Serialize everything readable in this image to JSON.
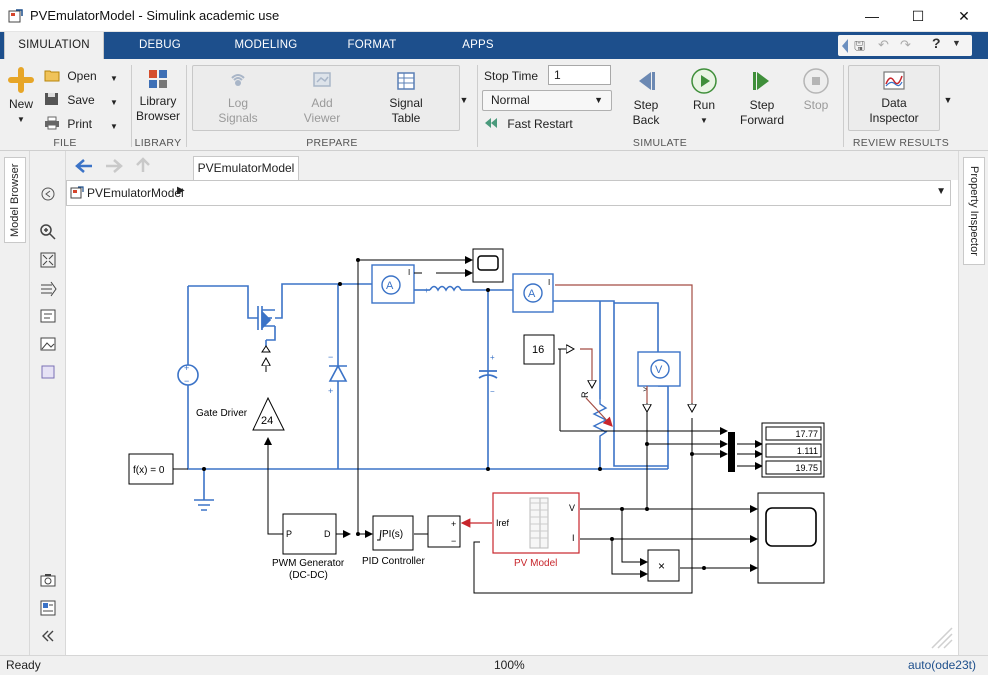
{
  "window": {
    "title": "PVEmulatorModel - Simulink academic use",
    "minimize_glyph": "—",
    "maximize_glyph": "☐",
    "close_glyph": "✕"
  },
  "ribbon_tabs": [
    "SIMULATION",
    "DEBUG",
    "MODELING",
    "FORMAT",
    "APPS"
  ],
  "toolstrip": {
    "file": {
      "label": "FILE",
      "new": "New",
      "open": "Open",
      "save": "Save",
      "print": "Print"
    },
    "library": {
      "label": "LIBRARY",
      "library_browser_line1": "Library",
      "library_browser_line2": "Browser"
    },
    "prepare": {
      "label": "PREPARE",
      "log_signals_line1": "Log",
      "log_signals_line2": "Signals",
      "add_viewer_line1": "Add",
      "add_viewer_line2": "Viewer",
      "signal_table_line1": "Signal",
      "signal_table_line2": "Table"
    },
    "simulate": {
      "label": "SIMULATE",
      "stop_time_label": "Stop Time",
      "stop_time_value": "1",
      "mode_value": "Normal",
      "fast_restart": "Fast Restart",
      "step_back_line1": "Step",
      "step_back_line2": "Back",
      "run": "Run",
      "step_forward_line1": "Step",
      "step_forward_line2": "Forward",
      "stop": "Stop"
    },
    "review": {
      "label": "REVIEW RESULTS",
      "data_inspector_line1": "Data",
      "data_inspector_line2": "Inspector"
    }
  },
  "side_tabs": {
    "model_browser": "Model Browser",
    "property_inspector": "Property Inspector"
  },
  "editor": {
    "tab_label": "PVEmulatorModel",
    "breadcrumb": "PVEmulatorModel"
  },
  "diagram": {
    "fx_block": "f(x) = 0",
    "gate_driver": "Gate Driver",
    "gain_value": "24",
    "constant_value": "16",
    "resistor_port": "R",
    "pwm_port_p": "P",
    "pwm_port_d": "D",
    "pwm_label_line1": "PWM Generator",
    "pwm_label_line2": "(DC-DC)",
    "pid_block": "PI(s)",
    "pid_label": "PID Controller",
    "sum_plus": "+",
    "sum_minus": "−",
    "pv_port_iref": "Iref",
    "pv_port_v": "V",
    "pv_port_i": "I",
    "pv_label": "PV Model",
    "display_values": [
      "17.77",
      "1.111",
      "19.75"
    ],
    "product_symbol": "×",
    "ammeter_symbol": "A",
    "voltmeter_symbol": "V",
    "colors": {
      "electrical": "#3b73c7",
      "signal": "#000000",
      "pv_block": "#c8262c",
      "physical_signal": "#a34c43"
    }
  },
  "status": {
    "left": "Ready",
    "zoom": "100%",
    "solver": "auto(ode23t)"
  }
}
